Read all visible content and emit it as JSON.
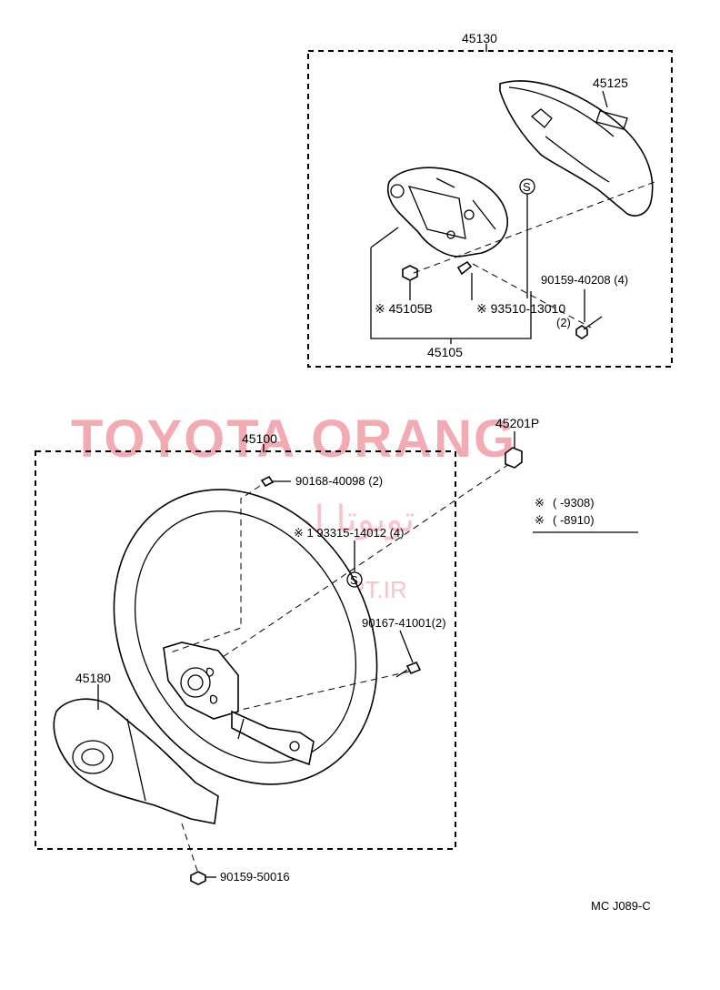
{
  "watermark": {
    "brand": "TOYOTA ORANG",
    "brand_fa": "تویوتا اورنگ",
    "site": "TOYOTAPART.IR"
  },
  "upper_box": {
    "assembly": "45130",
    "labels": {
      "pad": "45125",
      "bolt": "90159-40208 (4)",
      "nut": "※ 45105B",
      "clip": "※ 93510-13010",
      "clip_qty": "(2)",
      "bracket": "45105",
      "s_symbol": "S"
    }
  },
  "lower_box": {
    "assembly": "45100",
    "labels": {
      "screw_top": "90168-40098 (2)",
      "screw_mid": "※ 1 93315-14012 (4)",
      "s_symbol": "S",
      "screw_right": "90167-41001(2)",
      "cover": "45180",
      "screw_bottom": "90159-50016"
    }
  },
  "outside_part": "45201P",
  "legend": [
    {
      "symbol": "※",
      "text": "(          -9308)"
    },
    {
      "symbol": "※",
      "text": "(          -8910)"
    }
  ],
  "footer_code": "MC  J089-C"
}
